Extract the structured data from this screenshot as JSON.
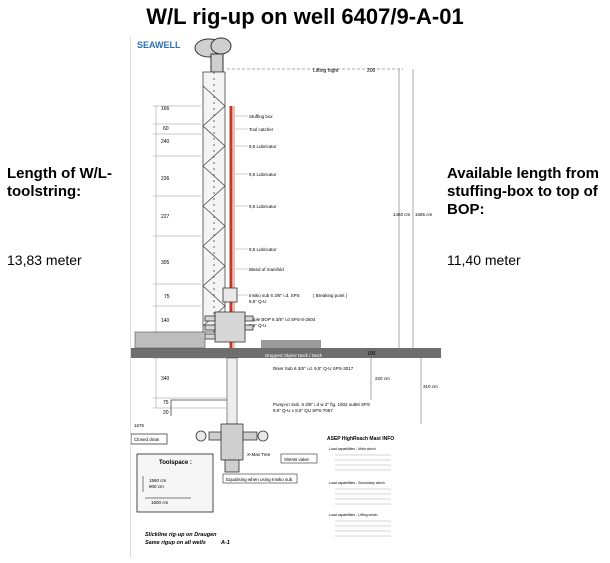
{
  "title": "W/L rig-up on well  6407/9-A-01",
  "left_panel": {
    "heading": "Length of W/L-toolstring:",
    "value": "13,83 meter"
  },
  "right_panel": {
    "heading": "Available length from stuffing-box to top of BOP:",
    "value": "11,40 meter"
  },
  "drawing": {
    "logo": "SEAWELL",
    "lifting_height_label": "Lifting hight",
    "lifting_height_value": "200",
    "component_heights": [
      "166",
      "60",
      "240",
      "236",
      "227",
      "305",
      "75",
      "140"
    ],
    "labels": {
      "stuffing_box": "Stuffing box",
      "tool_catcher": "Tool catcher",
      "lub1": "9,5 Lubricator",
      "lub2": "9,5 Lubricator",
      "lub3": "9,5 Lubricator",
      "lub4": "9,5 Lubricator",
      "bleed": "Bleed of manifold",
      "intake": "Insiko sub 6 3/8\" i.d. SPS",
      "breaking": "( Breaking point )",
      "intake2": "9,5\" Q-U",
      "bop1": "Triple BOP 6 3/8\" i.d SPS-8-2504",
      "bop2": "9,5\" Q-U"
    },
    "dim_1460": "1460 cm",
    "dim_1665": "1665 cm",
    "deck_label": "Dropped Object Deck / Deck",
    "deck_value": "100",
    "riser_height": "340",
    "riser_label": "Riser Sub 6 3/8\" i.d. 9,5\" Q-U SPS-3017",
    "dim_220": "220 cm",
    "dim_310": "310 cm",
    "low_heights": [
      "75",
      "20"
    ],
    "pumpin1": "Pump-in Sub. 6 3/8\" i.d w 2\" fig. 1502 outlet SPS",
    "pumpin2": "9,5\" Q-U x 9,5\" QU SPS-7057",
    "closed_drain": "Closed drain",
    "val_1675": "1675",
    "xmas_tree": "X-Mas Tree",
    "swab_valve": "SWAB valve",
    "equalising": "Equalising when using Insiko sub",
    "toolspace": {
      "title": "Toolspace :",
      "v1": "1560 cm",
      "v2": "900 cm",
      "v3": "1600 cm"
    },
    "info_title": "ASEP HighReach Mast INFO",
    "info_lines": [
      "Load capabilities - Main winch",
      "Load capabilities - Secondary winch",
      "Load capabilities - Lifting winch"
    ],
    "caption1": "Slickline rig-up on Draugen",
    "caption2": "Same rigup on all wells",
    "caption3": "A-1"
  }
}
